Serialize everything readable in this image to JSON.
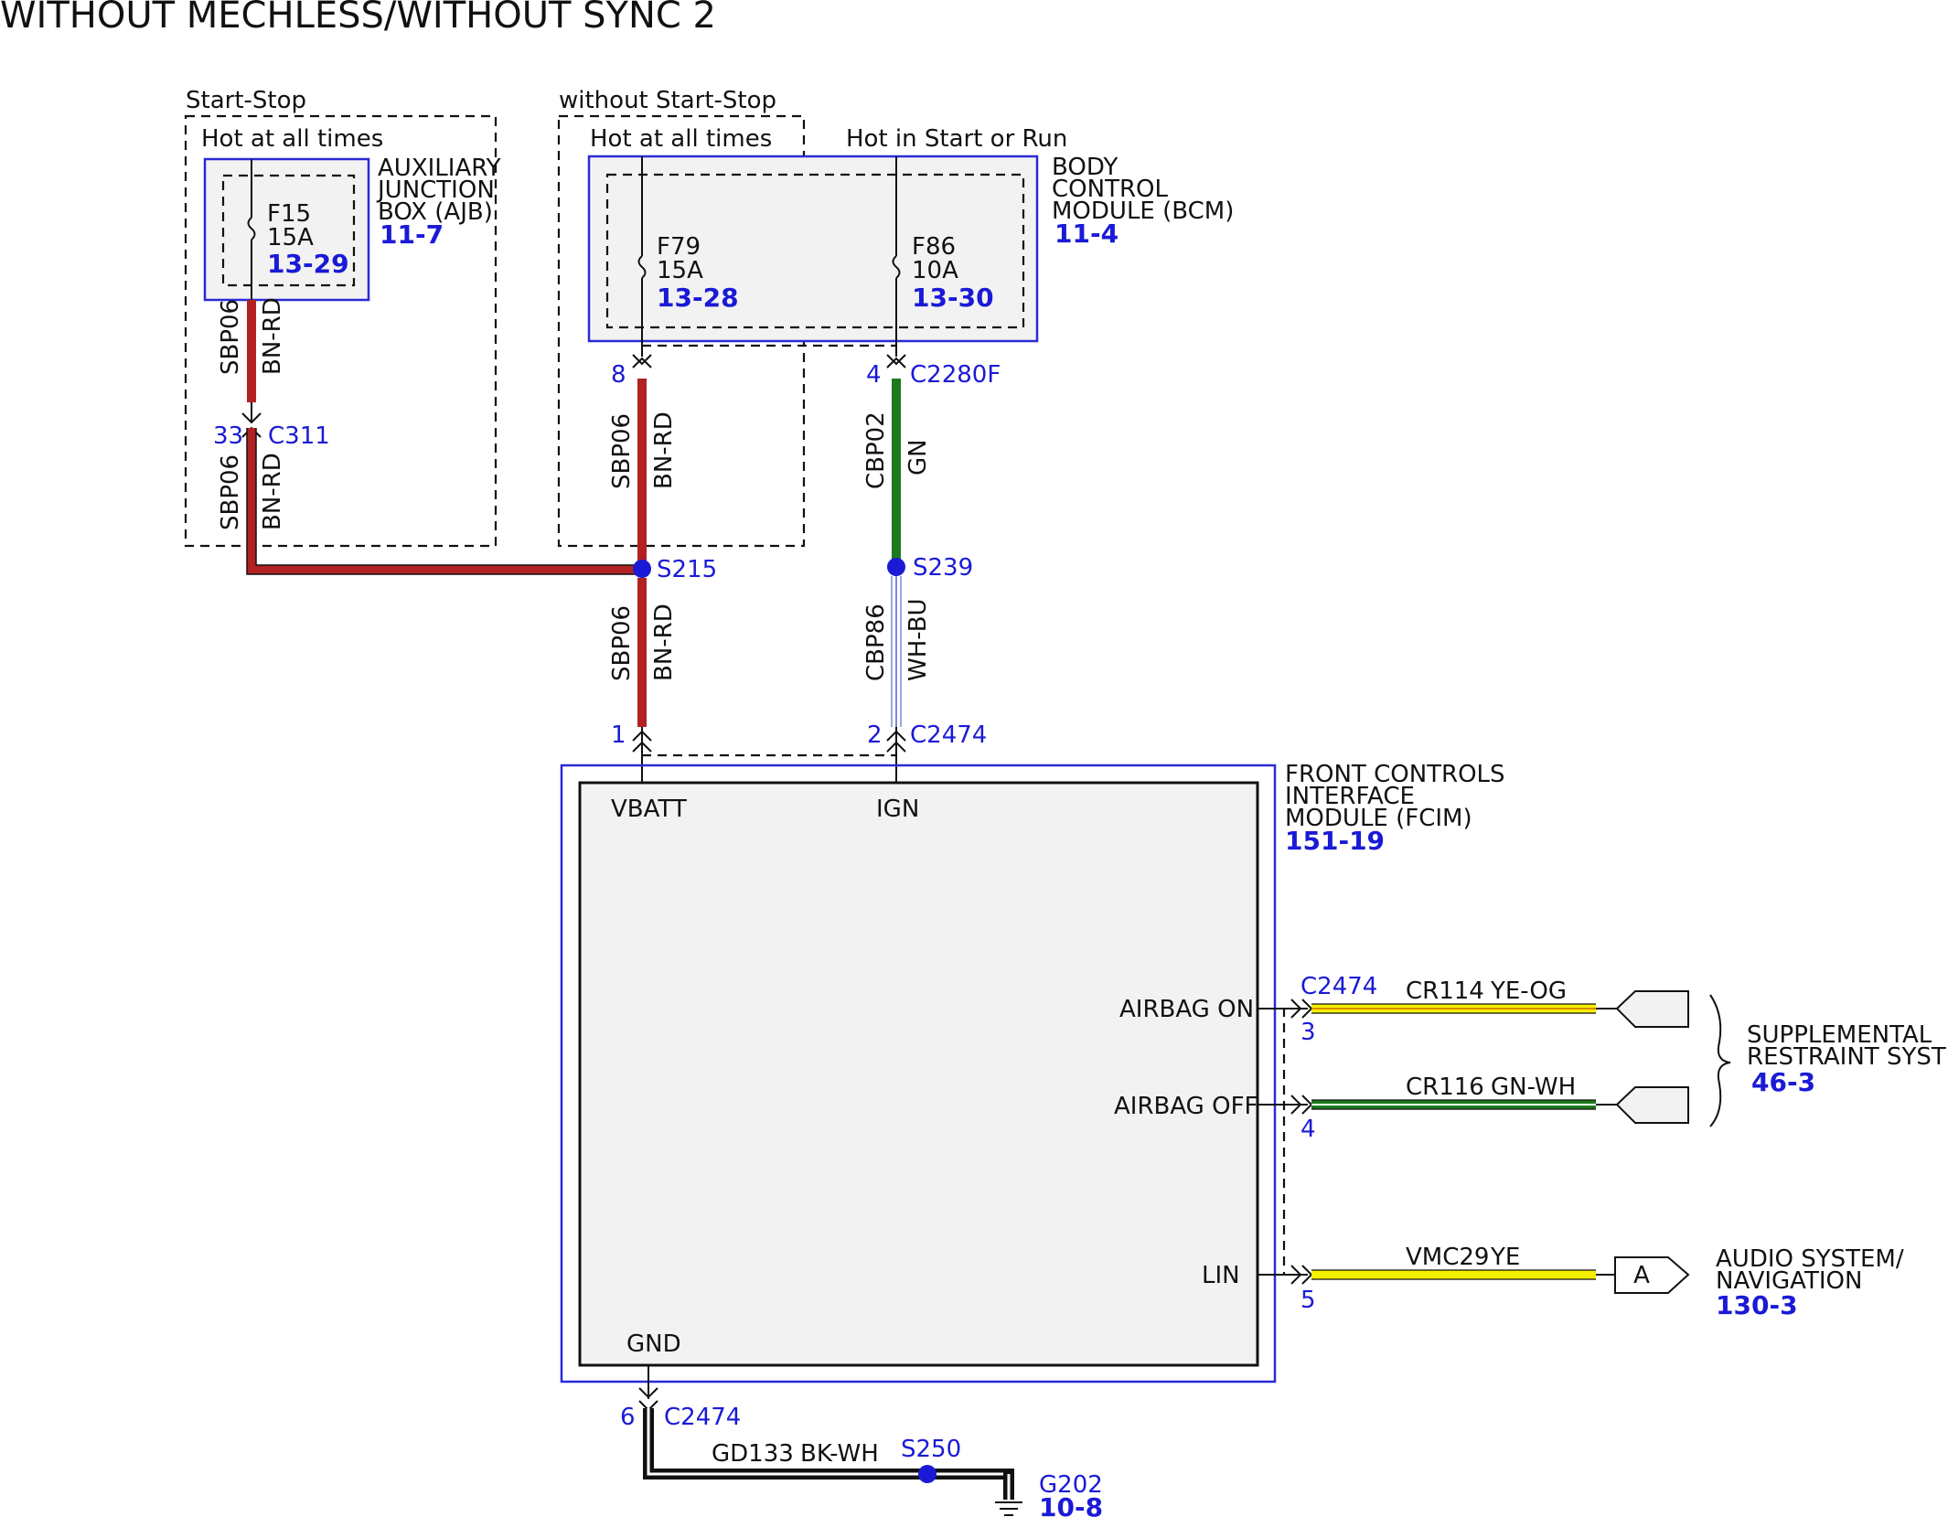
{
  "title": "WITHOUT MECHLESS/WITHOUT SYNC 2",
  "groups": {
    "start_stop": "Start-Stop",
    "without_start_stop": "without Start-Stop"
  },
  "power_labels": {
    "hot_all_times_ajb": "Hot at all times",
    "hot_all_times_bcm": "Hot at all times",
    "hot_start_run": "Hot in Start or Run"
  },
  "modules": {
    "ajb": {
      "line1": "AUXILIARY",
      "line2": "JUNCTION",
      "line3": "BOX (AJB)",
      "ref": "11-7"
    },
    "bcm": {
      "line1": "BODY",
      "line2": "CONTROL",
      "line3": "MODULE (BCM)",
      "ref": "11-4"
    },
    "fcim": {
      "line1": "FRONT CONTROLS",
      "line2": "INTERFACE",
      "line3": "MODULE (FCIM)",
      "ref": "151-19"
    }
  },
  "fuses": [
    {
      "id": "F15",
      "rating": "15A",
      "ref": "13-29"
    },
    {
      "id": "F79",
      "rating": "15A",
      "ref": "13-28"
    },
    {
      "id": "F86",
      "rating": "10A",
      "ref": "13-30"
    }
  ],
  "wires": {
    "ajb_top": {
      "circuit": "SBP06",
      "color": "BN-RD"
    },
    "ajb_bottom": {
      "circuit": "SBP06",
      "color": "BN-RD"
    },
    "f79_out": {
      "circuit": "SBP06",
      "color": "BN-RD"
    },
    "vbatt_feed": {
      "circuit": "SBP06",
      "color": "BN-RD"
    },
    "f86_out": {
      "circuit": "CBP02",
      "color": "GN"
    },
    "ign_feed": {
      "circuit": "CBP86",
      "color": "WH-BU"
    },
    "airbag_on": {
      "circuit": "CR114",
      "color": "YE-OG"
    },
    "airbag_off": {
      "circuit": "CR116",
      "color": "GN-WH"
    },
    "lin": {
      "circuit": "VMC29",
      "color": "YE"
    },
    "ground": {
      "circuit": "GD133",
      "color": "BK-WH"
    }
  },
  "connectors": {
    "c311": {
      "pin": "33",
      "name": "C311"
    },
    "c2280f": {
      "pin": "4",
      "name": "C2280F"
    },
    "bcm_pin8": {
      "pin": "8"
    },
    "vbatt_pin": {
      "pin": "1",
      "name": "C2474"
    },
    "ign_pin": {
      "pin": "2",
      "name": "C2474"
    },
    "airbag_on_pin": {
      "pin": "3",
      "name": "C2474"
    },
    "airbag_off_pin": {
      "pin": "4"
    },
    "lin_pin": {
      "pin": "5"
    },
    "gnd_pin": {
      "pin": "6",
      "name": "C2474"
    }
  },
  "splices": {
    "s215": "S215",
    "s239": "S239",
    "s250": "S250"
  },
  "fcim_pins": {
    "vbatt": "VBATT",
    "ign": "IGN",
    "gnd": "GND",
    "airbag_on": "AIRBAG ON",
    "airbag_off": "AIRBAG OFF",
    "lin": "LIN"
  },
  "destinations": {
    "srs": {
      "line1": "SUPPLEMENTAL",
      "line2": "RESTRAINT SYSTEM",
      "ref": "46-3"
    },
    "audio": {
      "line1": "AUDIO SYSTEM/",
      "line2": "NAVIGATION",
      "ref": "130-3",
      "arrow_label": "A"
    }
  },
  "ground": {
    "name": "G202",
    "ref": "10-8"
  },
  "wire_colors": {
    "BN-RD": "#b22222",
    "GN": "#1c7a1c",
    "YE": "#f4f000",
    "WH-BU": "#7a8ad8",
    "BK": "#111111"
  }
}
